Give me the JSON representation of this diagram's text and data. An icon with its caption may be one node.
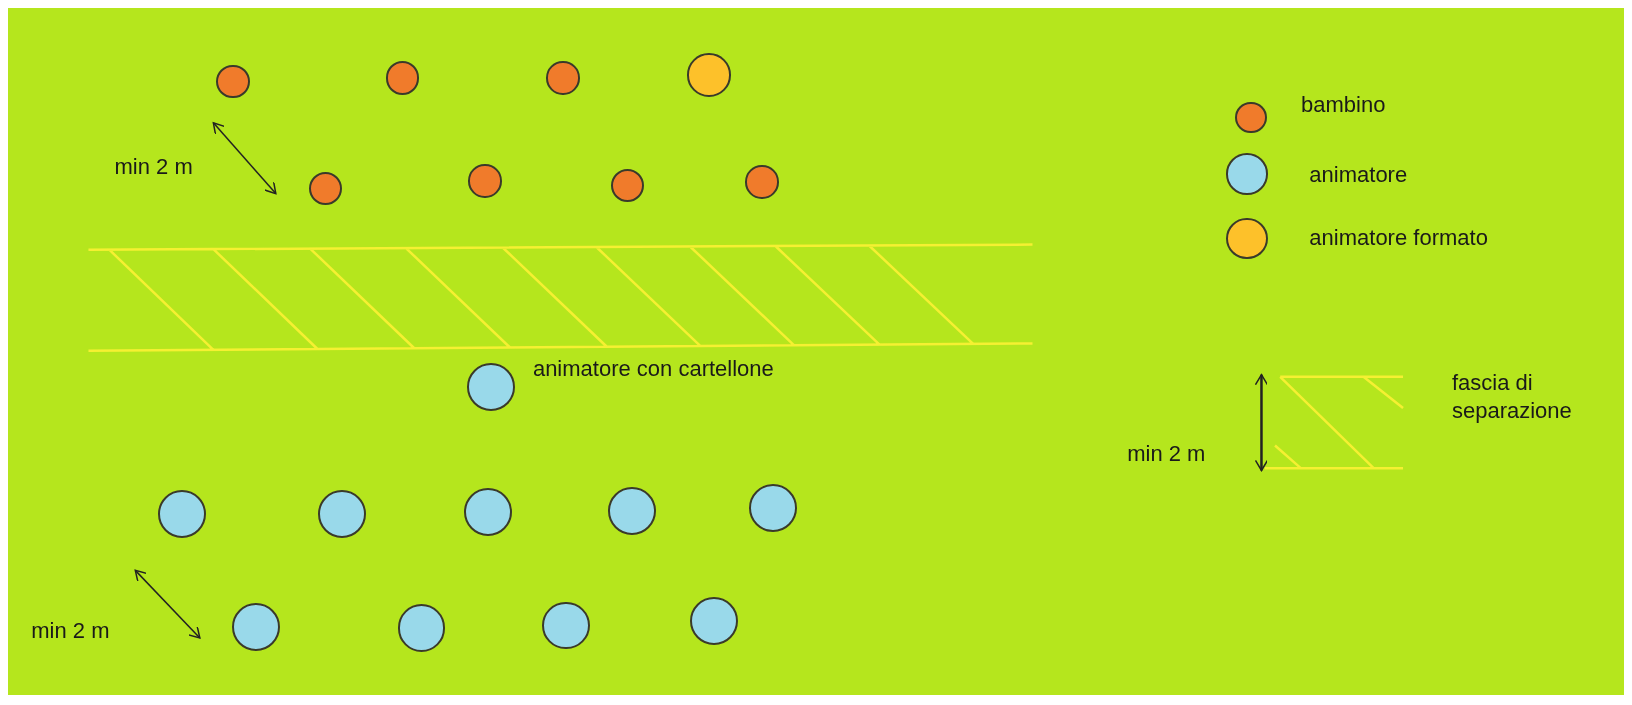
{
  "diagram": {
    "nodes": [
      {
        "text": [],
        "shape": "circle"
      },
      {
        "text": [],
        "shape": "circle"
      },
      {
        "text": [],
        "shape": "circle"
      },
      {
        "text": [],
        "shape": "circle"
      },
      {
        "text": [],
        "shape": "circle"
      },
      {
        "text": [],
        "shape": "circle"
      },
      {
        "text": [],
        "shape": "circle"
      },
      {
        "text": [],
        "shape": "circle"
      },
      {
        "text": [],
        "shape": "circle",
        "beside": [
          "animatore con cartellone"
        ]
      },
      {
        "text": [],
        "shape": "circle"
      },
      {
        "text": [],
        "shape": "circle"
      },
      {
        "text": [],
        "shape": "circle"
      },
      {
        "text": [],
        "shape": "circle"
      },
      {
        "text": [],
        "shape": "circle"
      },
      {
        "text": [],
        "shape": "circle"
      },
      {
        "text": [],
        "shape": "circle"
      },
      {
        "text": [],
        "shape": "circle"
      },
      {
        "text": [],
        "shape": "circle"
      }
    ],
    "labels": [
      "min 2 m",
      "min 2 m",
      "min 2 m"
    ],
    "legend": [
      {
        "text": "bambino",
        "color": "#f07b2b"
      },
      {
        "text": "animatore",
        "color": "#99d9ea"
      },
      {
        "text": "animatore formato",
        "color": "#fdc12a"
      },
      {
        "text": "fascia di separazione"
      }
    ]
  }
}
